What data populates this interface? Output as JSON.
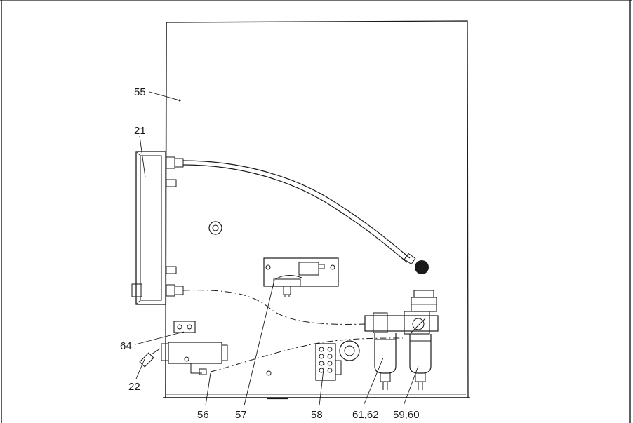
{
  "callouts": {
    "c55": "55",
    "c21": "21",
    "c64": "64",
    "c22": "22",
    "c56": "56",
    "c57": "57",
    "c58": "58",
    "c61_62": "61,62",
    "c59_60": "59,60"
  },
  "colors": {
    "ink": "#1a1a1a",
    "paper": "#ffffff"
  }
}
